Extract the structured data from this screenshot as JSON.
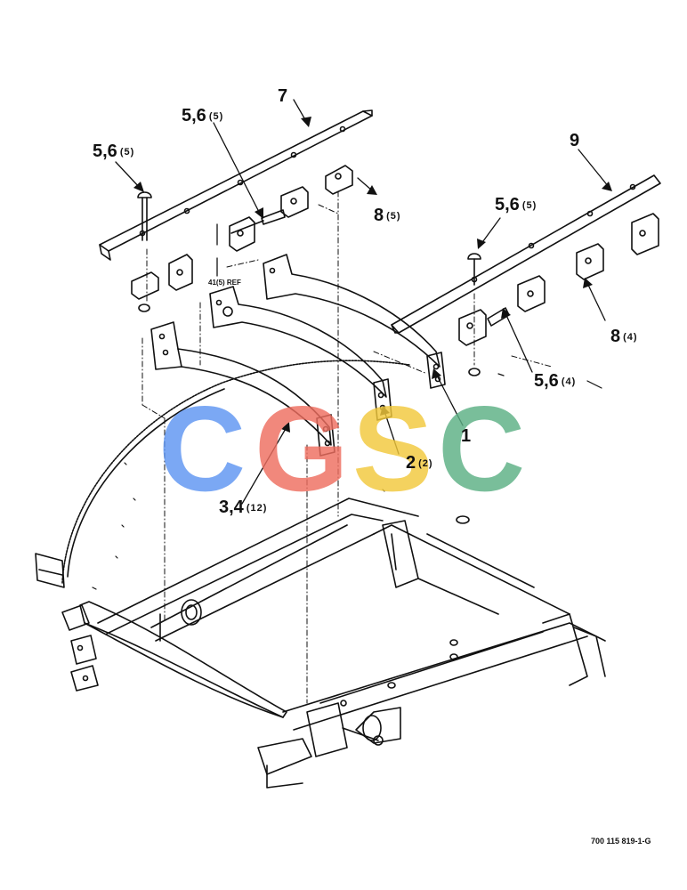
{
  "callouts": [
    {
      "num": "7",
      "qty": ""
    },
    {
      "num": "5,6",
      "qty": "(5)"
    },
    {
      "num": "5,6",
      "qty": "(5)"
    },
    {
      "num": "9",
      "qty": ""
    },
    {
      "num": "8",
      "qty": "(5)"
    },
    {
      "num": "5,6",
      "qty": "(5)"
    },
    {
      "num": "8",
      "qty": "(4)"
    },
    {
      "num": "5,6",
      "qty": "(4)"
    },
    {
      "num": "1",
      "qty": ""
    },
    {
      "num": "2",
      "qty": "(2)"
    },
    {
      "num": "3,4",
      "qty": "(12)"
    }
  ],
  "ref_note": "41(5) REF",
  "drawing_number": "700 115 819-1-G",
  "watermark": {
    "letters": [
      "C",
      "G",
      "S",
      "C"
    ],
    "colors": [
      "#5f96f2",
      "#ee6e60",
      "#f2c93c",
      "#5cb085"
    ]
  }
}
